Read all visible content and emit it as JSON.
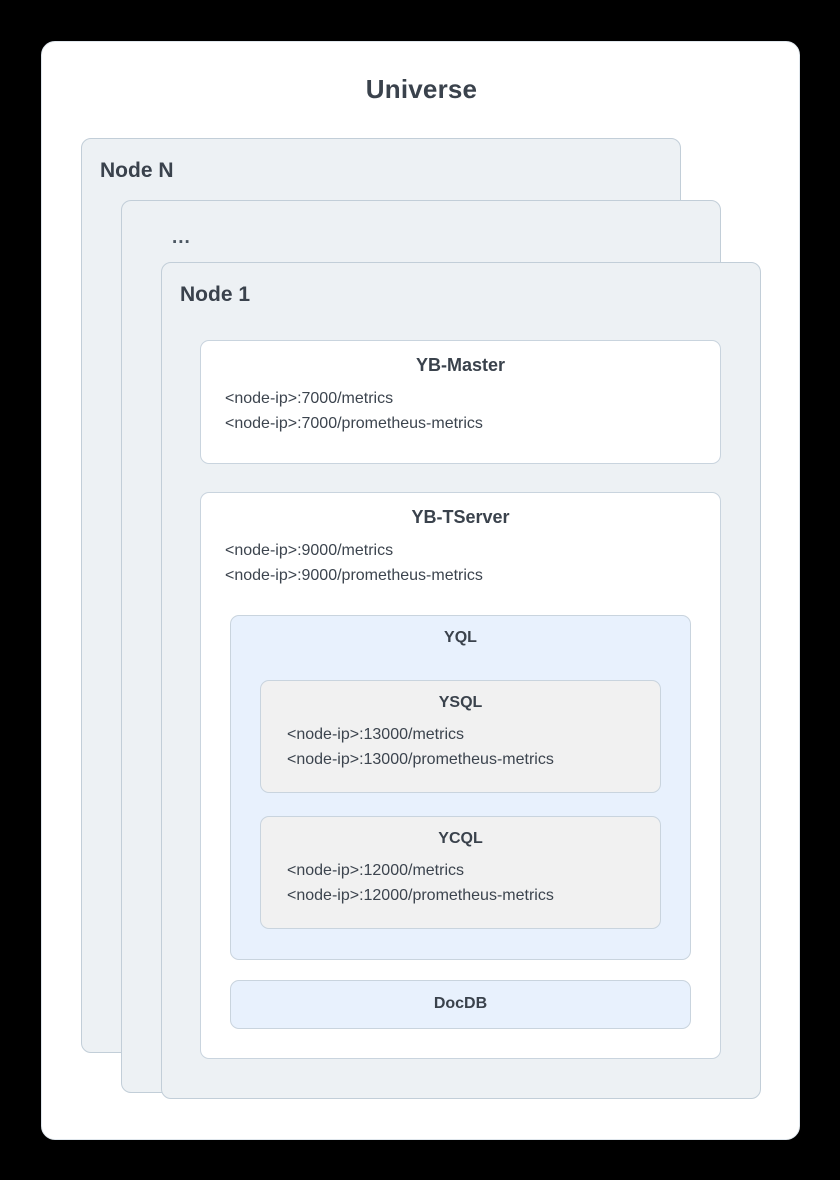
{
  "universe": {
    "title": "Universe"
  },
  "nodes": [
    {
      "label": "Node N"
    },
    {
      "label": "..."
    },
    {
      "label": "Node 1"
    }
  ],
  "services": {
    "yb_master": {
      "title": "YB-Master",
      "endpoints": [
        "<node-ip>:7000/metrics",
        "<node-ip>:7000/prometheus-metrics"
      ]
    },
    "yb_tserver": {
      "title": "YB-TServer",
      "endpoints": [
        "<node-ip>:9000/metrics",
        "<node-ip>:9000/prometheus-metrics"
      ]
    },
    "yql": {
      "title": "YQL"
    },
    "ysql": {
      "title": "YSQL",
      "endpoints": [
        "<node-ip>:13000/metrics",
        "<node-ip>:13000/prometheus-metrics"
      ]
    },
    "ycql": {
      "title": "YCQL",
      "endpoints": [
        "<node-ip>:12000/metrics",
        "<node-ip>:12000/prometheus-metrics"
      ]
    },
    "docdb": {
      "title": "DocDB"
    }
  },
  "colors": {
    "background": "#000000",
    "panel": "#ffffff",
    "node_card": "#edf1f4",
    "node_card_border": "#c2ced8",
    "box_border": "#c9d4de",
    "blue_fill": "#e8f1fd",
    "gray_fill": "#f1f1f1",
    "text": "#3a424c"
  }
}
